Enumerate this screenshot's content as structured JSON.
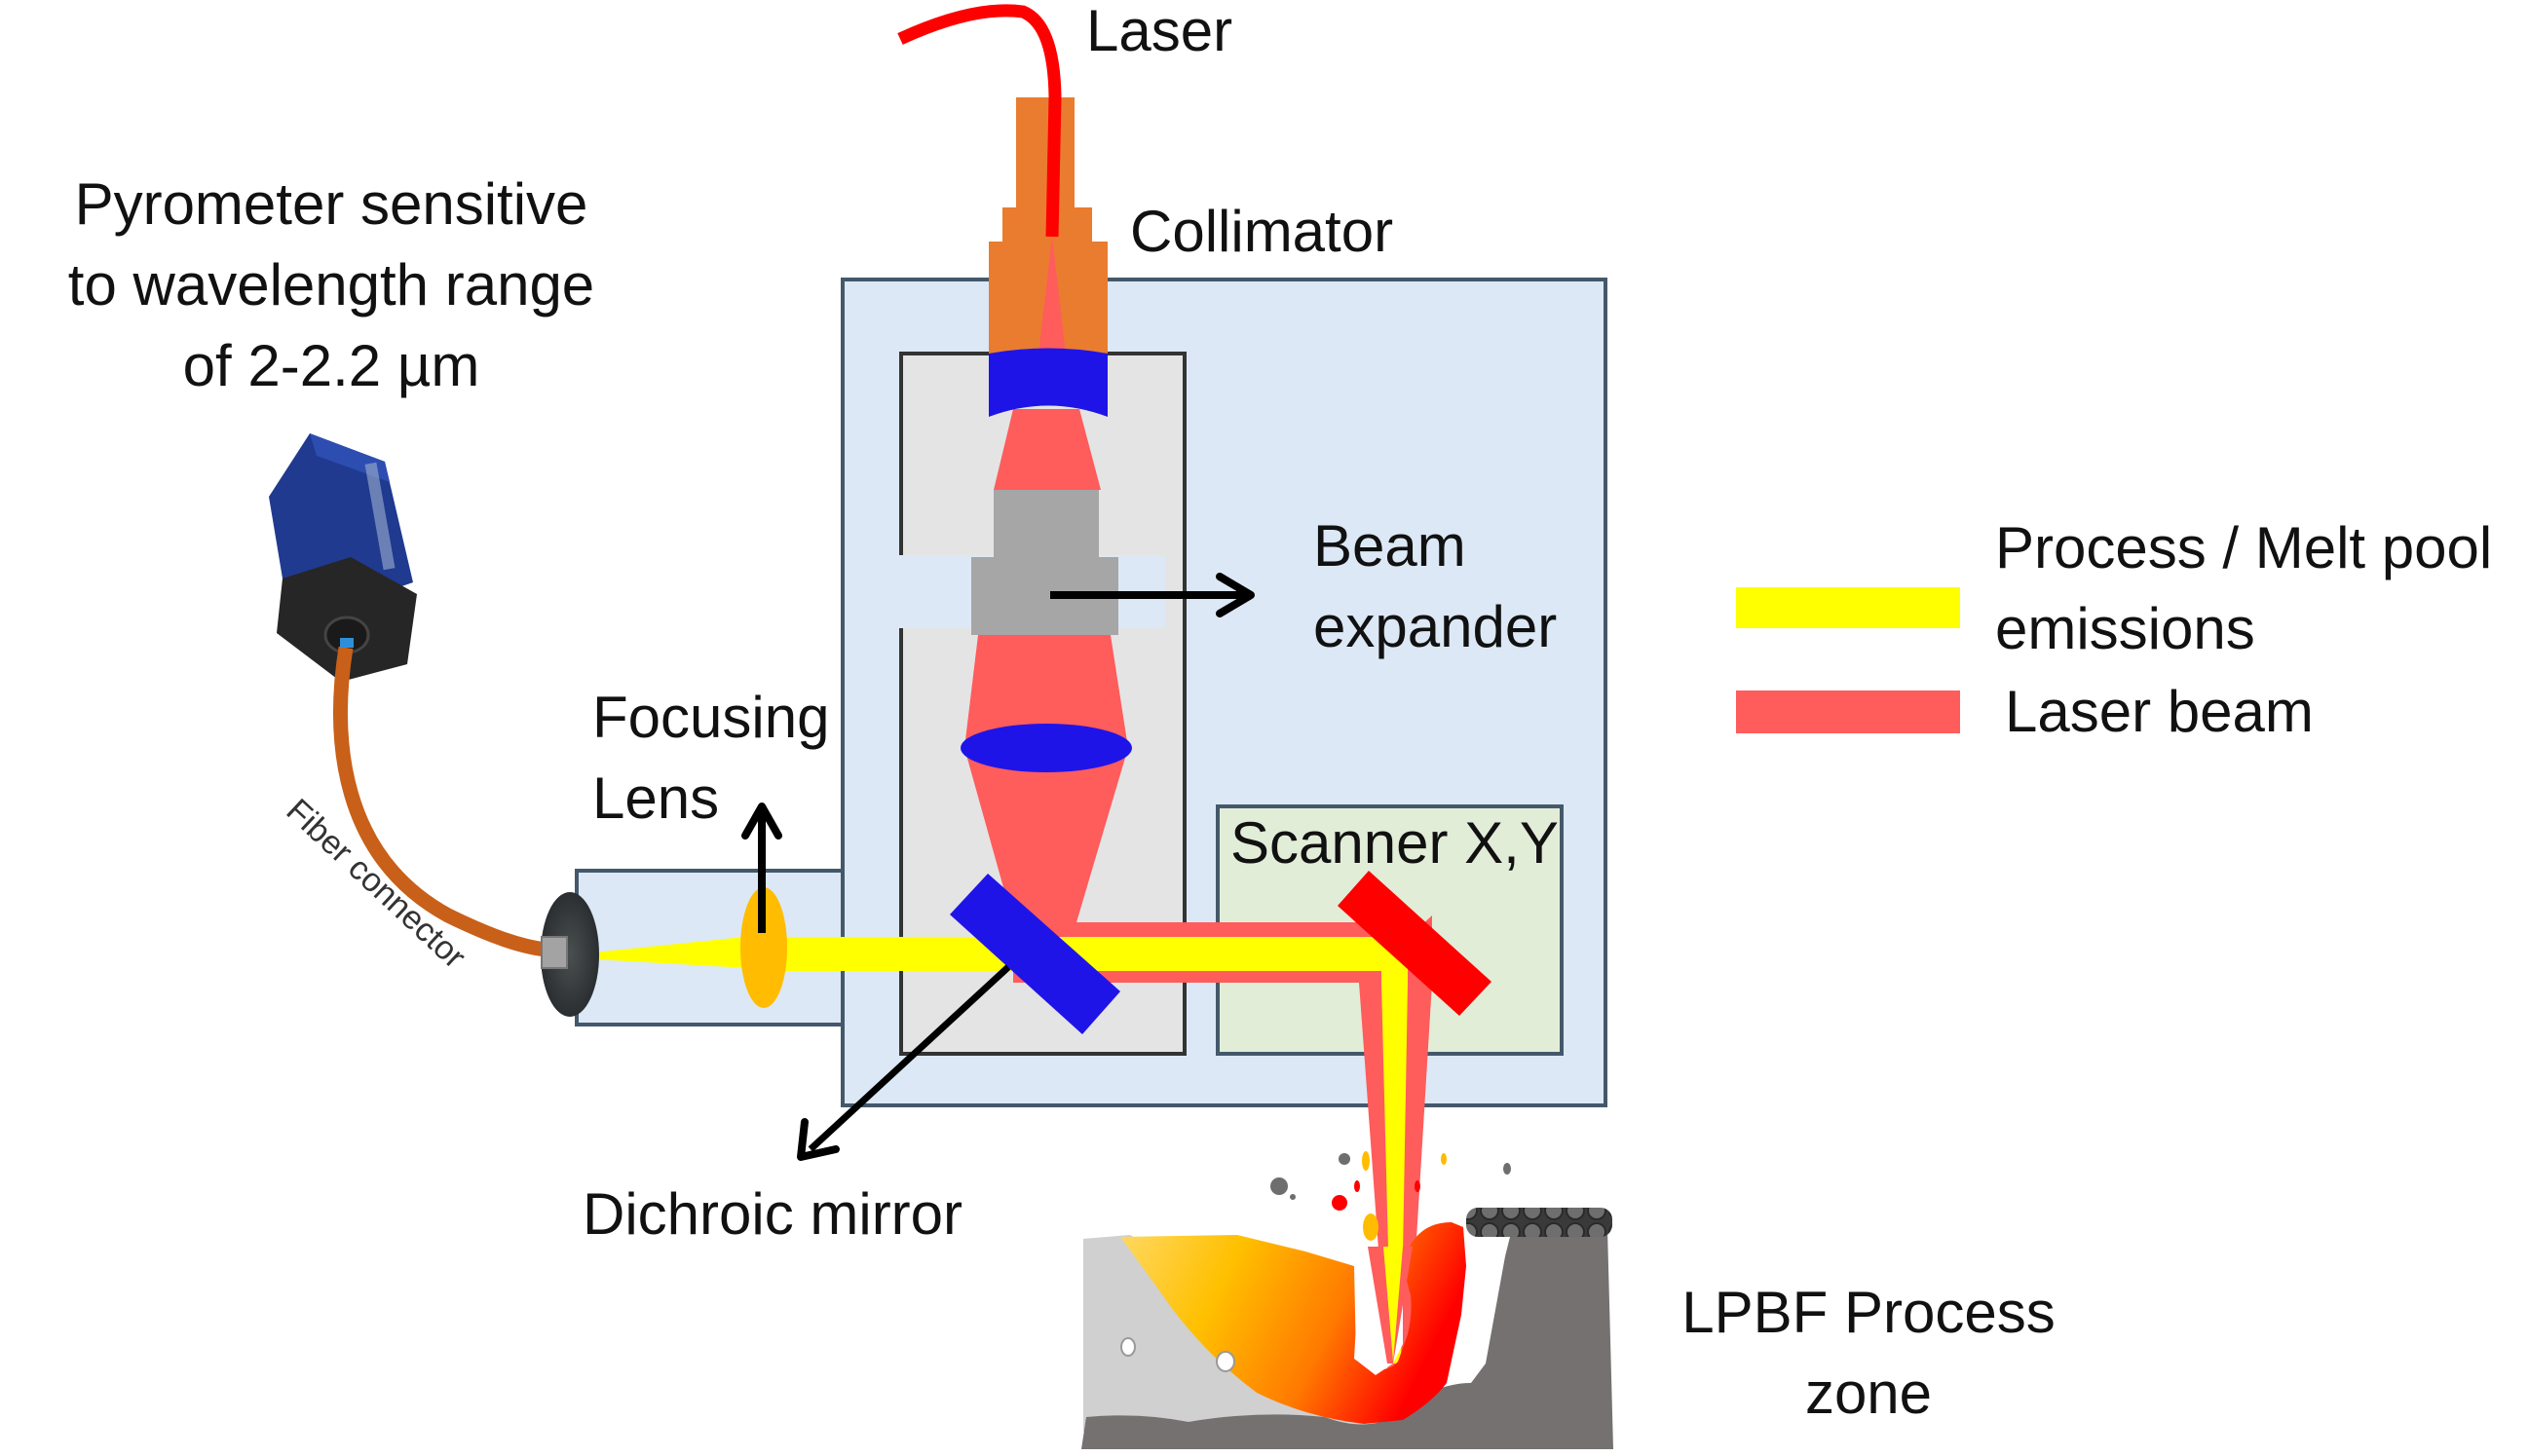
{
  "figure": {
    "title": "LPBF coaxial pyrometer monitoring setup",
    "colors": {
      "laser_beam": "#ff5c5c",
      "emissions": "#ffff00",
      "fiber_laser": "#ff0000",
      "collimator": "#ea7c2f",
      "optics_blue": "#1f14e8",
      "scanner_mirror": "#ff0000",
      "focusing_lens": "#ffbc00",
      "housing_fill": "#dce8f5",
      "housing_stroke": "#44586b",
      "inner_box_fill": "#e4e4e4",
      "scanner_box_fill": "#e2edd8",
      "beam_expander": "#a6a6a6",
      "fiber_cable": "#c8601a",
      "pyrometer_body": "#1f3a8f",
      "substrate_dark": "#757171",
      "substrate_light": "#d0d0d0"
    }
  },
  "labels": {
    "laser": "Laser",
    "collimator": "Collimator",
    "pyrometer": [
      "Pyrometer sensitive",
      "to wavelength range",
      "of 2-2.2 µm"
    ],
    "beam_expander": [
      "Beam",
      "expander"
    ],
    "focusing_lens": [
      "Focusing",
      "Lens"
    ],
    "scanner": "Scanner X,Y",
    "dichroic_mirror": "Dichroic mirror",
    "fiber_connector": "Fiber connector",
    "process_zone": [
      "LPBF Process",
      "zone"
    ]
  },
  "legend": {
    "items": [
      {
        "label_lines": [
          "Process / Melt pool",
          "emissions"
        ],
        "color": "#ffff00"
      },
      {
        "label_lines": [
          "Laser beam"
        ],
        "color": "#ff5c5c"
      }
    ]
  }
}
